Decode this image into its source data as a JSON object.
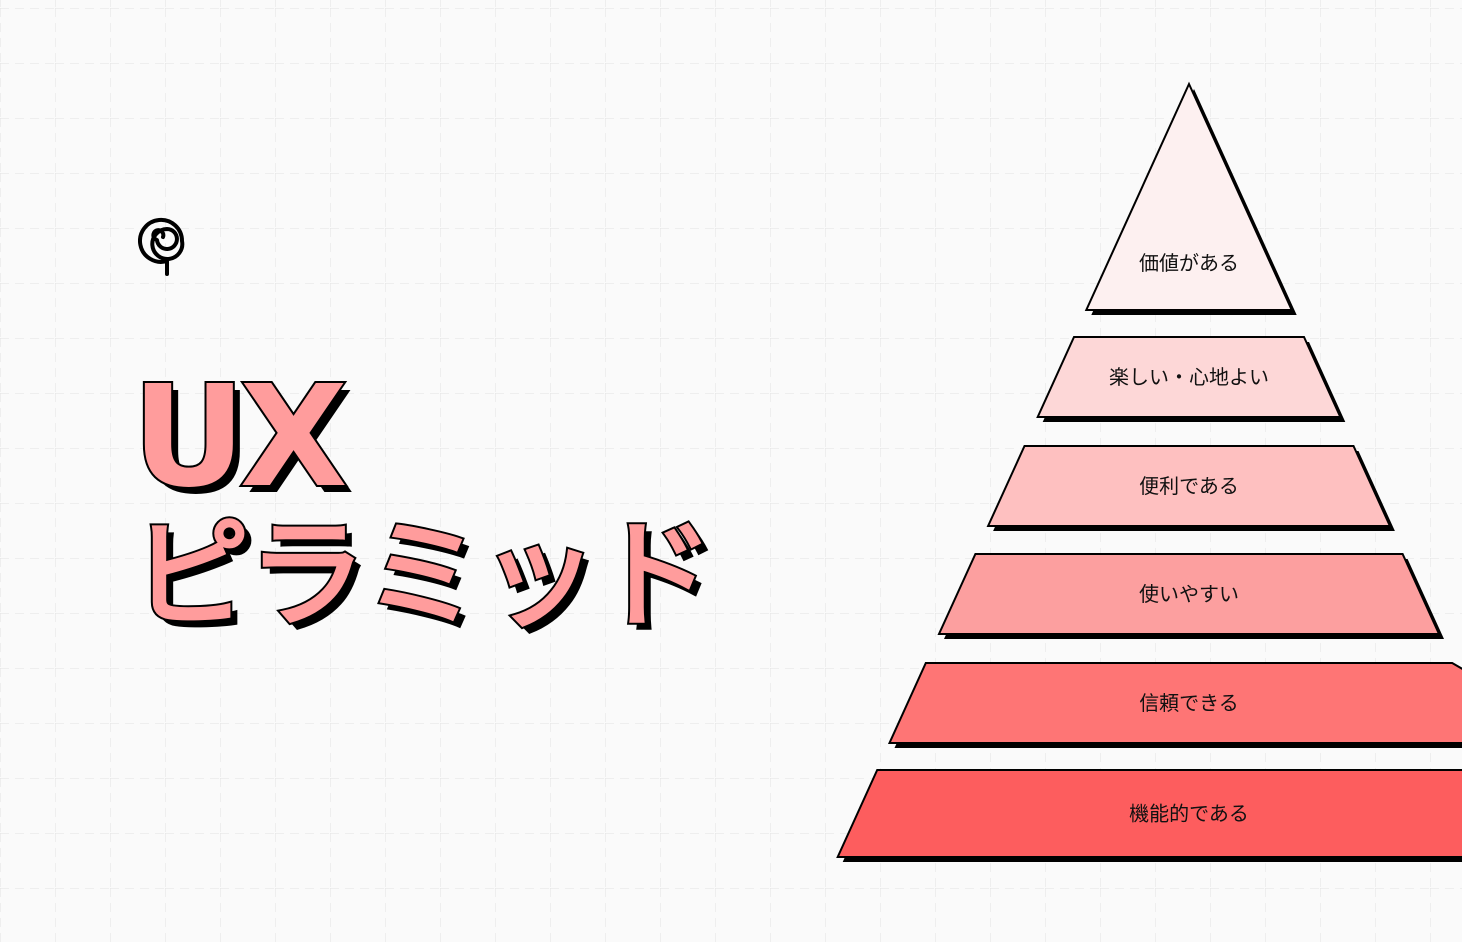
{
  "diagram": {
    "title_line1": "UX",
    "title_line2": "ピラミッド",
    "logo_icon": "spiral-pin-icon",
    "colors": {
      "background": "#fafafa",
      "grid": "#e2e2e2",
      "title_fill": "#ff9c9c",
      "outline": "#000000"
    },
    "levels": [
      {
        "label": "価値がある",
        "color": "#fdf0f0"
      },
      {
        "label": "楽しい・心地よい",
        "color": "#fdd7d7"
      },
      {
        "label": "便利である",
        "color": "#fec0c0"
      },
      {
        "label": "使いやすい",
        "color": "#fc9f9f"
      },
      {
        "label": "信頼できる",
        "color": "#fe7575"
      },
      {
        "label": "機能的である",
        "color": "#fd5d5e"
      }
    ]
  }
}
